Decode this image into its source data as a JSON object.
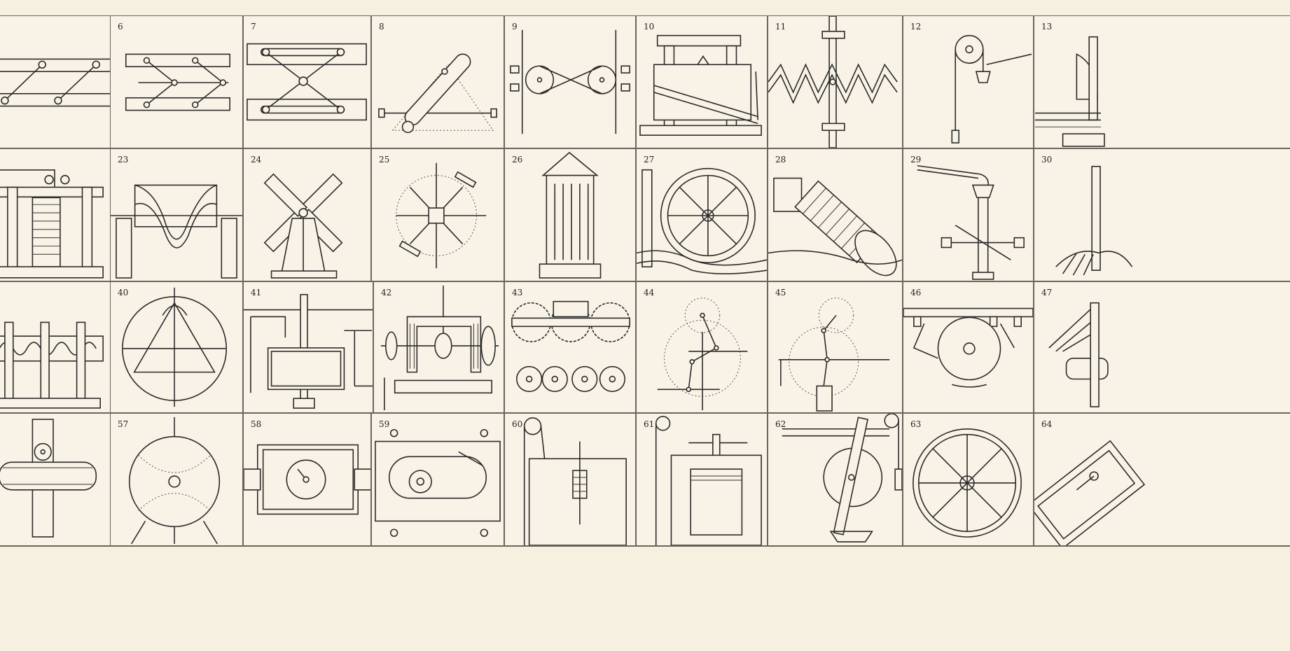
{
  "plate": {
    "rows": [
      [
        "",
        "6",
        "7",
        "8",
        "9",
        "10",
        "11",
        "12",
        "13"
      ],
      [
        "",
        "23",
        "24",
        "25",
        "26",
        "27",
        "28",
        "29",
        "30"
      ],
      [
        "",
        "40",
        "41",
        "42",
        "43",
        "44",
        "45",
        "46",
        "47"
      ],
      [
        "",
        "57",
        "58",
        "59",
        "60",
        "61",
        "62",
        "63",
        "64"
      ]
    ]
  },
  "figures": {
    "f6": "parallel-ruler",
    "f7": "scissor-linkage",
    "f8": "slotted-crank",
    "f9": "crossed-belt-pulleys",
    "f10": "inclined-plane-frame",
    "f11": "zigzag-rack",
    "f12": "pulley-bucket",
    "f13": "pump-lever",
    "f23": "sinusoidal-cam",
    "f24": "windmill",
    "f25": "paddle-wheel",
    "f26": "chimney-cylinder",
    "f27": "undershot-water-wheel",
    "f28": "archimedes-screw",
    "f29": "reaction-turbine",
    "f30": "water-turbine",
    "f40": "triangular-cam",
    "f41": "crank-frame",
    "f42": "bevel-gear-drum",
    "f43": "gear-train",
    "f44": "linkage-dotted-arcs",
    "f45": "linkage-crank",
    "f46": "disc-crank",
    "f47": "sail-mechanism",
    "f57": "spherical-cam",
    "f58": "internal-rack-frame",
    "f59": "rack-pinion-loop",
    "f60": "pulley-stamp",
    "f61": "screw-press",
    "f62": "lever-pendulum",
    "f63": "spoked-wheel",
    "f64": "tilted-frame"
  }
}
